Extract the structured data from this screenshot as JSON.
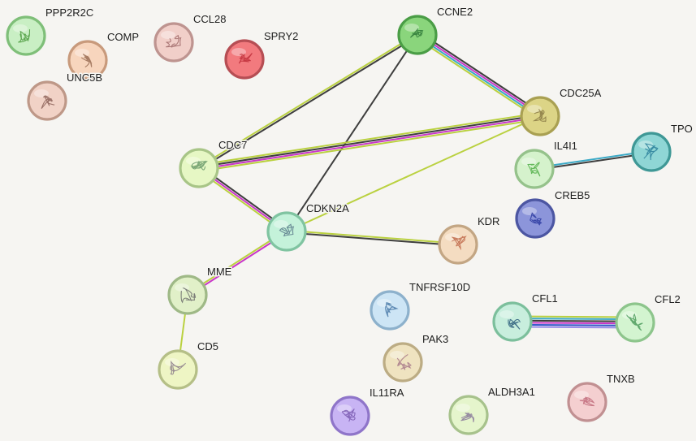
{
  "network": {
    "nodes": [
      {
        "id": "PPP2R2C",
        "label": "PPP2R2C",
        "fill": "#c9efc4",
        "stroke": "#7fbf79",
        "glyph": "#4a9a3c"
      },
      {
        "id": "COMP",
        "label": "COMP",
        "fill": "#f7d5bd",
        "stroke": "#c89a7c",
        "glyph": "#9a6d55"
      },
      {
        "id": "UNC5B",
        "label": "UNC5B",
        "fill": "#f1d2c6",
        "stroke": "#be9888",
        "glyph": "#8c6258"
      },
      {
        "id": "CCL28",
        "label": "CCL28",
        "fill": "#f1cfc9",
        "stroke": "#be9490",
        "glyph": "#a06a6a"
      },
      {
        "id": "SPRY2",
        "label": "SPRY2",
        "fill": "#f27a7e",
        "stroke": "#b64e54",
        "glyph": "#c02f3a"
      },
      {
        "id": "CCNE2",
        "label": "CCNE2",
        "fill": "#8ad57c",
        "stroke": "#4a9d46",
        "glyph": "#2f7a3a"
      },
      {
        "id": "CDC25A",
        "label": "CDC25A",
        "fill": "#dcd486",
        "stroke": "#a9a052",
        "glyph": "#8a7a44"
      },
      {
        "id": "TPO",
        "label": "TPO",
        "fill": "#8fd6d5",
        "stroke": "#3f9896",
        "glyph": "#2a7f9a"
      },
      {
        "id": "IL4I1",
        "label": "IL4I1",
        "fill": "#d5f2cc",
        "stroke": "#95c28b",
        "glyph": "#4fae45"
      },
      {
        "id": "CREB5",
        "label": "CREB5",
        "fill": "#8c95da",
        "stroke": "#4c56a2",
        "glyph": "#2c3aa0"
      },
      {
        "id": "CDC7",
        "label": "CDC7",
        "fill": "#e6f7c4",
        "stroke": "#a8c587",
        "glyph": "#6a9a6a"
      },
      {
        "id": "CDKN2A",
        "label": "CDKN2A",
        "fill": "#c4f2da",
        "stroke": "#80c4a1",
        "glyph": "#5a7a8a"
      },
      {
        "id": "KDR",
        "label": "KDR",
        "fill": "#f4dcc1",
        "stroke": "#c3a684",
        "glyph": "#c06a4a"
      },
      {
        "id": "MME",
        "label": "MME",
        "fill": "#e1f0c8",
        "stroke": "#9fb987",
        "glyph": "#6a6a6a"
      },
      {
        "id": "TNFRSF10D",
        "label": "TNFRSF10D",
        "fill": "#cde5f5",
        "stroke": "#8db1cc",
        "glyph": "#4a7aa8"
      },
      {
        "id": "CFL1",
        "label": "CFL1",
        "fill": "#c8eedd",
        "stroke": "#7cbf9c",
        "glyph": "#2a5a7a"
      },
      {
        "id": "CFL2",
        "label": "CFL2",
        "fill": "#d3f4d0",
        "stroke": "#8dc58c",
        "glyph": "#4a9a5a"
      },
      {
        "id": "CD5",
        "label": "CD5",
        "fill": "#eef5c4",
        "stroke": "#b5bf87",
        "glyph": "#8a7a8a"
      },
      {
        "id": "PAK3",
        "label": "PAK3",
        "fill": "#efe3c0",
        "stroke": "#bcac84",
        "glyph": "#a87a8a"
      },
      {
        "id": "IL11RA",
        "label": "IL11RA",
        "fill": "#c8b4f4",
        "stroke": "#8f75c9",
        "glyph": "#7a5ab0"
      },
      {
        "id": "ALDH3A1",
        "label": "ALDH3A1",
        "fill": "#e5f5cc",
        "stroke": "#a7c28c",
        "glyph": "#8a7a9a"
      },
      {
        "id": "TNXB",
        "label": "TNXB",
        "fill": "#f4cfd0",
        "stroke": "#c19092",
        "glyph": "#c06a7a"
      }
    ],
    "edges": [
      {
        "from": "CCNE2",
        "to": "CDC25A",
        "colors": [
          "#3e3e3e",
          "#c936c9",
          "#3aa9c6",
          "#bad140"
        ]
      },
      {
        "from": "CCNE2",
        "to": "CDC7",
        "colors": [
          "#3e3e3e",
          "#bad140"
        ]
      },
      {
        "from": "CCNE2",
        "to": "CDKN2A",
        "colors": [
          "#3e3e3e"
        ]
      },
      {
        "from": "CDC25A",
        "to": "CDC7",
        "colors": [
          "#bad140",
          "#c936c9",
          "#3e3e3e",
          "#bad140"
        ]
      },
      {
        "from": "CDC25A",
        "to": "CDKN2A",
        "colors": [
          "#bad140"
        ]
      },
      {
        "from": "IL4I1",
        "to": "TPO",
        "colors": [
          "#3aa9c6",
          "#3e3e3e"
        ]
      },
      {
        "from": "CDC7",
        "to": "CDKN2A",
        "colors": [
          "#3e3e3e",
          "#c936c9",
          "#bad140"
        ]
      },
      {
        "from": "CDKN2A",
        "to": "KDR",
        "colors": [
          "#bad140",
          "#3e3e3e"
        ]
      },
      {
        "from": "CDKN2A",
        "to": "MME",
        "colors": [
          "#c936c9",
          "#bad140"
        ]
      },
      {
        "from": "MME",
        "to": "CD5",
        "colors": [
          "#bad140"
        ]
      },
      {
        "from": "CFL1",
        "to": "CFL2",
        "colors": [
          "#bad140",
          "#3aa9c6",
          "#3e3e3e",
          "#c936c9",
          "#3256c8",
          "#9c8ce8"
        ]
      }
    ]
  }
}
